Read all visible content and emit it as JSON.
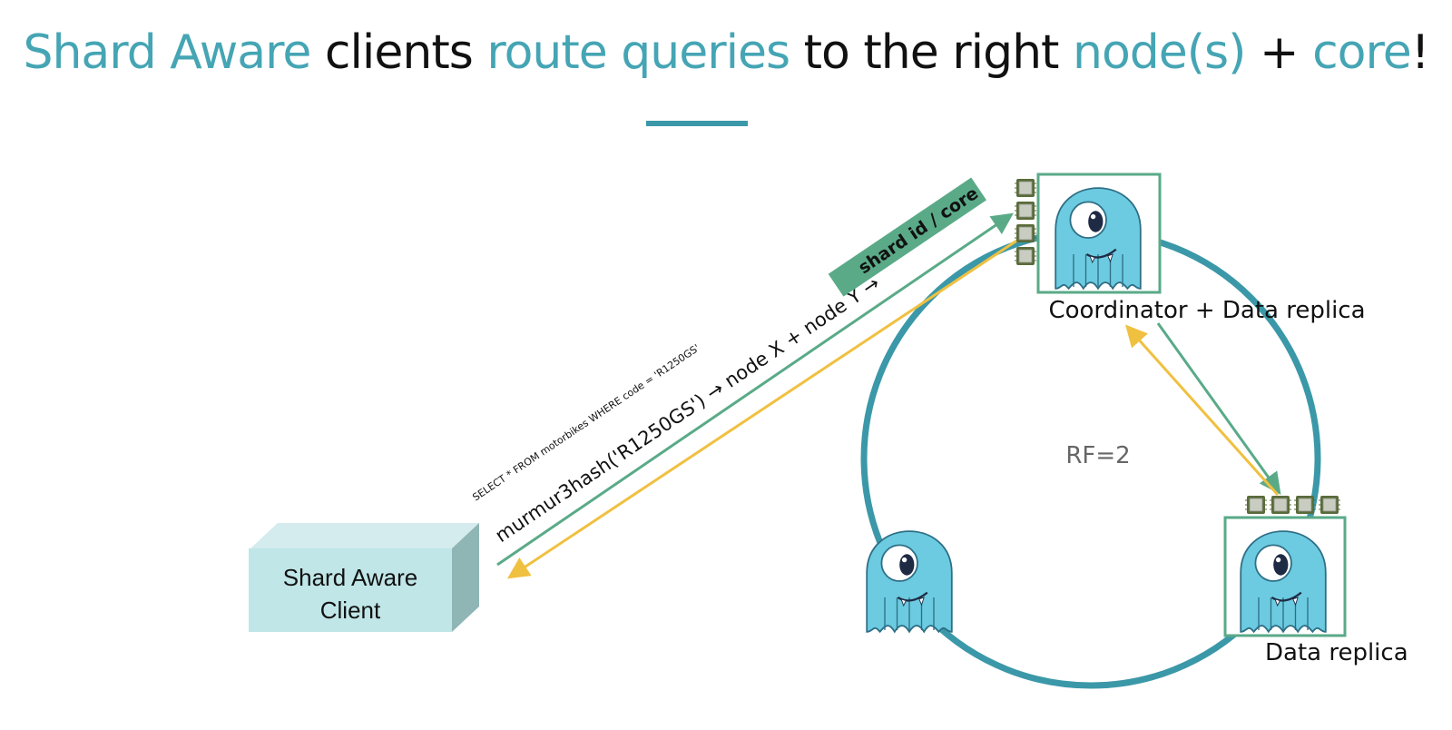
{
  "title": {
    "parts": [
      {
        "text": "Shard Aware",
        "highlight": true
      },
      {
        "text": " clients ",
        "highlight": false
      },
      {
        "text": "route queries",
        "highlight": true
      },
      {
        "text": " to the right ",
        "highlight": false
      },
      {
        "text": "node(s)",
        "highlight": true
      },
      {
        "text": " + ",
        "highlight": false
      },
      {
        "text": "core",
        "highlight": true
      },
      {
        "text": "!",
        "highlight": false
      }
    ]
  },
  "colors": {
    "accent": "#45a5b4",
    "ring": "#3b98a8",
    "request_arrow": "#5aaa88",
    "response_arrow": "#f0c040",
    "node_frame": "#5aaa88",
    "client_box": "#c0e6e8",
    "mascot": "#6ccbe0"
  },
  "client": {
    "line1": "Shard Aware",
    "line2": "Client"
  },
  "query_text": "SELECT * FROM motorbikes WHERE code = 'R1250GS'",
  "hash_text": "murmur3hash('R1250GS') → node X + node Y →",
  "shard_label": "shard id / core",
  "cpu_chip": "CPU",
  "ring_label": "RF=2",
  "nodes": {
    "coordinator_label": "Coordinator + Data replica",
    "replica_label": "Data replica"
  },
  "icons": [
    "cpu-chip-icon",
    "scylla-mascot-icon"
  ]
}
